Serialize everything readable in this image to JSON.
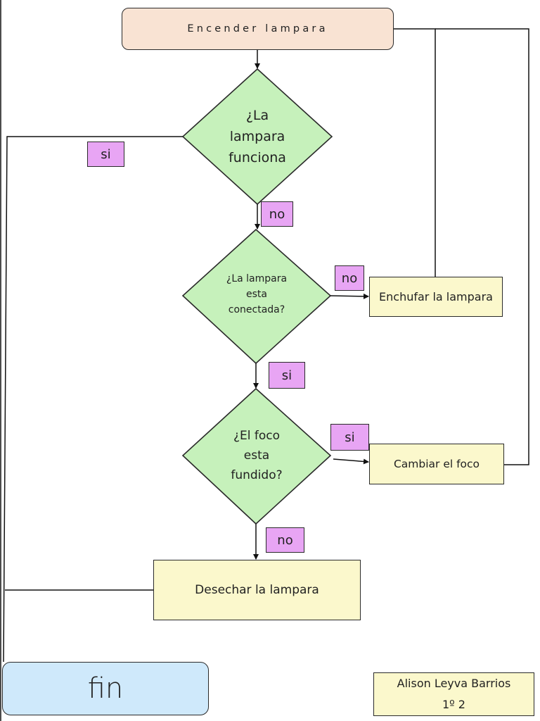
{
  "flowchart": {
    "start": "Encender lampara",
    "decision_1": [
      "¿La",
      "lampara",
      "funciona"
    ],
    "decision_2": [
      "¿La lampara",
      "esta",
      "conectada?"
    ],
    "decision_3": [
      "¿El foco",
      "esta",
      "fundido?"
    ],
    "process_plug": "Enchufar la lampara",
    "process_change": "Cambiar el foco",
    "process_discard": "Desechar la lampara",
    "end": "fin",
    "labels": {
      "d1_yes": "si",
      "d1_no": "no",
      "d2_no": "no",
      "d2_yes": "si",
      "d3_yes": "si",
      "d3_no": "no"
    }
  },
  "credit": {
    "name": "Alison Leyva Barrios",
    "group": "1º 2"
  },
  "colors": {
    "start_fill": "#f9e3d3",
    "decision_fill": "#c6f1bb",
    "process_fill": "#fbf8cc",
    "end_fill": "#cfe9fb",
    "label_fill": "#e8a5f4",
    "line": "#111111"
  }
}
